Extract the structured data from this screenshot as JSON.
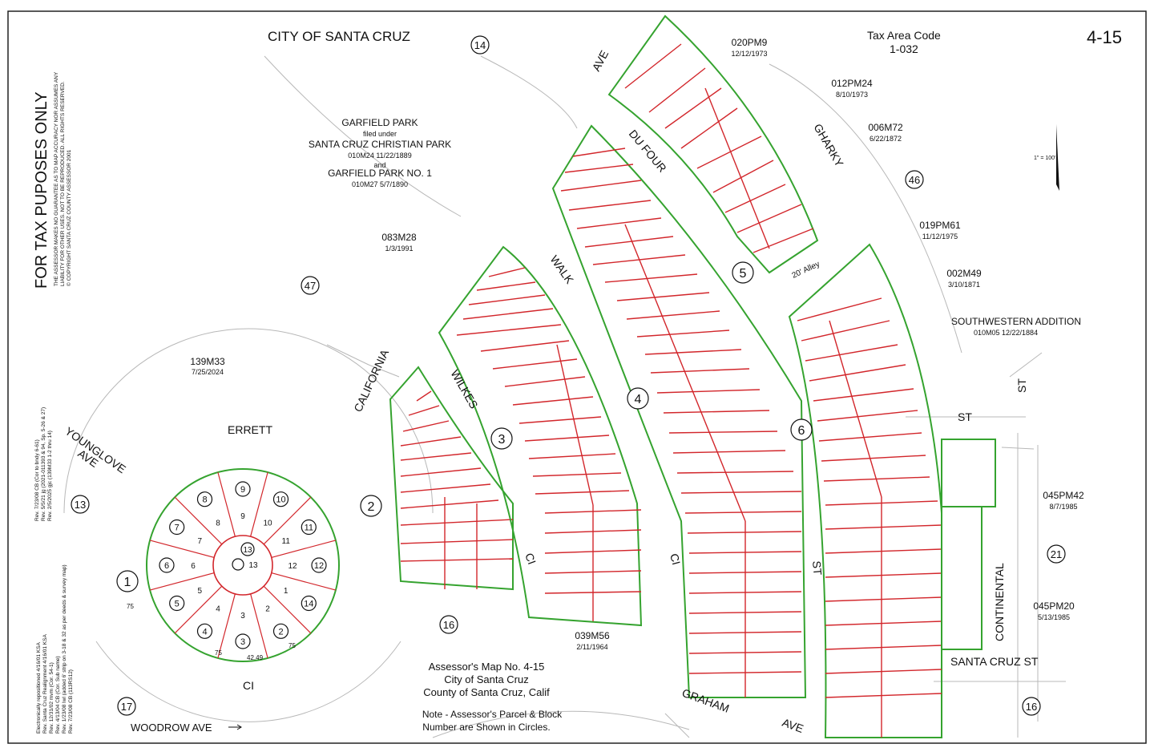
{
  "header": {
    "city": "CITY OF SANTA CRUZ",
    "tax_area_label": "Tax Area Code",
    "tax_area_code": "1-032",
    "map_number": "4-15",
    "scale": "1\" = 100'"
  },
  "side": {
    "tax_purposes": "FOR TAX PUPOSES ONLY",
    "disclaimer": [
      "THE ASSESSOR MAKES NO GUARANTEE AS TO MAP ACCURACY NOR ASSUMES ANY",
      "LIABILITY FOR OTHER USES.  NOT TO BE REPRODUCED.  ALL RIGHTS RESERVED.",
      "© COPYRIGHT SANTA CRUZ COUNTY ASSESSOR 2001"
    ],
    "revisions_upper": [
      "Rev. 7/23/08 CB (Cor to bndy 6-61)",
      "Rev. 5/5/21 jg (2021-011393 & 94, Sp. 5-26 & 27)",
      "Rev. 2/5/2025 gjc (139M33 1-2 thru 14)"
    ],
    "revisions_lower": [
      "Electronically repositioned 4/16/01 KSA",
      "Rev. Santa Cruz Realignment 4/16/01 KSA",
      "Rev. 12/31/02 mvm (Cor. 54-1)",
      "Rev. 4/13/04 CB (Cor. Sub name)",
      "Rev. 1/23/08 lwl (added 6' strip on 3-18 & 32 as per deeds & survey map)",
      "Rev. 7/23/08 CB (113RS12)"
    ]
  },
  "recordings": [
    {
      "id": "020PM9",
      "date": "12/12/1973"
    },
    {
      "id": "012PM24",
      "date": "8/10/1973"
    },
    {
      "id": "006M72",
      "date": "6/22/1872"
    },
    {
      "id": "019PM61",
      "date": "11/12/1975"
    },
    {
      "id": "002M49",
      "date": "3/10/1871"
    },
    {
      "id": "083M28",
      "date": "1/3/1991"
    },
    {
      "id": "139M33",
      "date": "7/25/2024"
    },
    {
      "id": "039M56",
      "date": "2/11/1964"
    },
    {
      "id": "045PM42",
      "date": "8/7/1985"
    },
    {
      "id": "045PM20",
      "date": "5/13/1985"
    }
  ],
  "garfield": {
    "line1": "GARFIELD PARK",
    "line2": "filed under",
    "line3": "SANTA CRUZ CHRISTIAN PARK",
    "line4": "010M24     11/22/1889",
    "line5": "and",
    "line6": "GARFIELD  PARK  NO.  1",
    "line7": "010M27     5/7/1890"
  },
  "southwestern": {
    "name": "SOUTHWESTERN  ADDITION",
    "ref": "010M05        12/22/1884"
  },
  "streets": {
    "errett": "ERRETT",
    "younglove": "YOUNGLOVE",
    "younglove_ave": "AVE",
    "ci": "CI",
    "woodrow": "WOODROW AVE",
    "california": "CALIFORNIA",
    "wilkes": "WILKES",
    "walk": "WALK",
    "du_four": "DU  FOUR",
    "ave": "AVE",
    "gharky": "GHARKY",
    "alley": "20' Alley",
    "st": "ST",
    "continental": "CONTINENTAL",
    "santa_cruz_st": "SANTA   CRUZ  ST",
    "graham": "GRAHAM"
  },
  "footer": {
    "title": "Assessor's Map No. 4-15",
    "city": "City of Santa Cruz",
    "county": "County of Santa Cruz, Calif",
    "note1": "Note - Assessor's Parcel & Block",
    "note2": "Number are Shown in Circles."
  },
  "blocks": [
    "1",
    "2",
    "3",
    "4",
    "5",
    "6"
  ],
  "outer_parcels": [
    "14",
    "47",
    "13",
    "17",
    "16",
    "46",
    "21",
    "16"
  ],
  "block1": {
    "parcels": [
      "9",
      "10",
      "11",
      "12",
      "14",
      "2",
      "3",
      "4",
      "5",
      "6",
      "7",
      "8"
    ],
    "lots": [
      "9",
      "10",
      "11",
      "12",
      "1",
      "2",
      "3",
      "4",
      "5",
      "6",
      "7",
      "8"
    ],
    "center_parcel": "13",
    "center_lot": "13",
    "dims": [
      "75",
      "42.49",
      "75",
      "75"
    ]
  }
}
